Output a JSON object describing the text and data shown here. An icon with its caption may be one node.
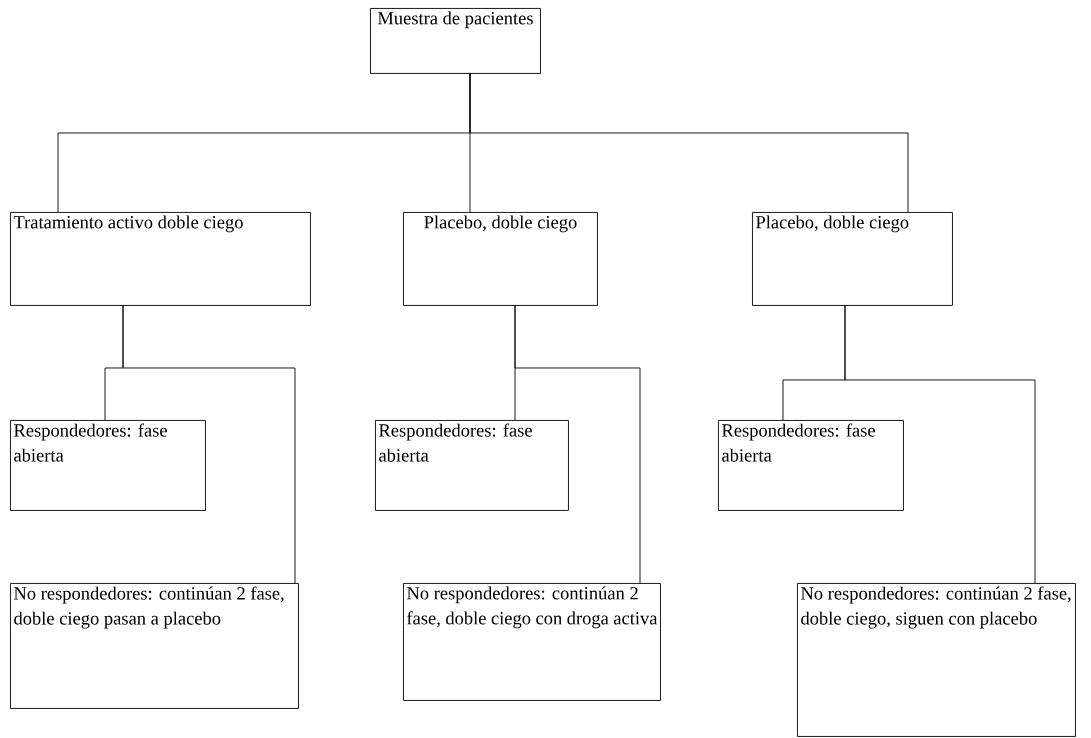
{
  "diagram": {
    "nodes": [
      {
        "text": [
          "Muestra de pacientes"
        ]
      },
      {
        "text": [
          "Tratamiento activo doble ciego"
        ]
      },
      {
        "text": [
          "Placebo, doble ciego"
        ]
      },
      {
        "text": [
          "Placebo, doble ciego"
        ]
      },
      {
        "text": [
          "Respondedores: fase abierta"
        ]
      },
      {
        "text": [
          "No respondedores: continúan 2 fase, doble ciego pasan a placebo"
        ]
      },
      {
        "text": [
          "Respondedores: fase abierta"
        ]
      },
      {
        "text": [
          "No respondedores: continúan 2 fase, doble ciego con droga activa"
        ]
      },
      {
        "text": [
          "Respondedores: fase abierta"
        ]
      },
      {
        "text": [
          "No respondedores: continúan 2 fase, doble ciego, siguen con placebo"
        ]
      }
    ],
    "edges": [
      {
        "from": 0,
        "to": 1,
        "arrow": "none"
      },
      {
        "from": 0,
        "to": 2,
        "arrow": "none"
      },
      {
        "from": 0,
        "to": 3,
        "arrow": "none"
      },
      {
        "from": 1,
        "to": 4,
        "arrow": "none"
      },
      {
        "from": 1,
        "to": 5,
        "arrow": "none"
      },
      {
        "from": 2,
        "to": 6,
        "arrow": "none"
      },
      {
        "from": 2,
        "to": 7,
        "arrow": "none"
      },
      {
        "from": 3,
        "to": 8,
        "arrow": "none"
      },
      {
        "from": 3,
        "to": 9,
        "arrow": "none"
      }
    ]
  }
}
